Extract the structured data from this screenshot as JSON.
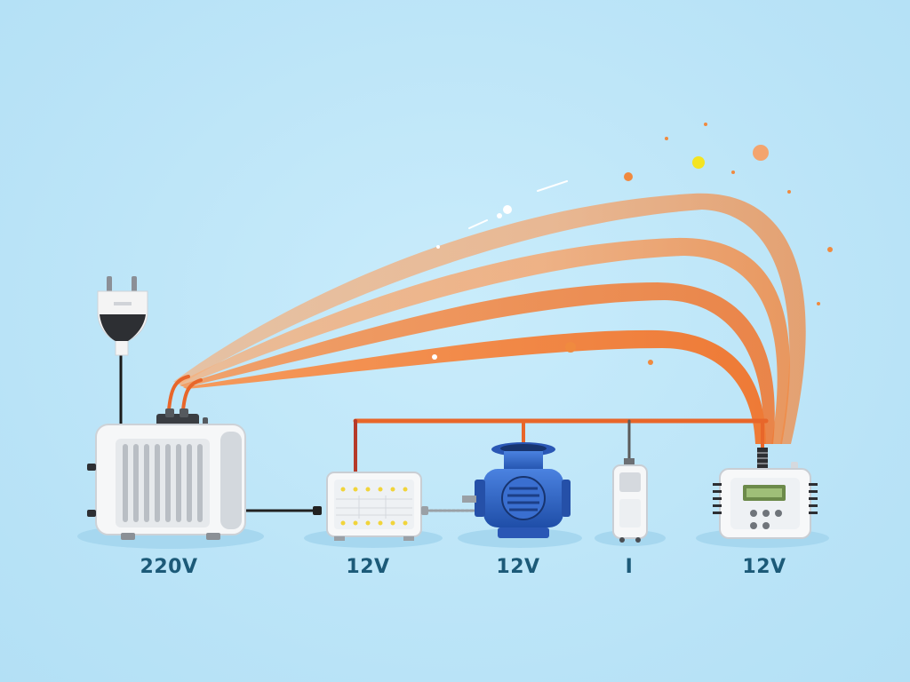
{
  "labels": {
    "transformer": "220V",
    "led_panel": "12V",
    "pump": "12V",
    "sensor": "I",
    "controller": "12V"
  },
  "icons": {
    "plug": "power-plug-icon",
    "transformer": "transformer-icon",
    "led_panel": "led-panel-icon",
    "pump": "water-pump-icon",
    "sensor": "sensor-icon",
    "controller": "controller-icon"
  },
  "colors": {
    "background": "#bfe6f8",
    "wire_orange": "#e8662a",
    "flow_orange": "#f39a5a",
    "label_text": "#1c5a78",
    "pump_blue": "#2f62c9"
  }
}
